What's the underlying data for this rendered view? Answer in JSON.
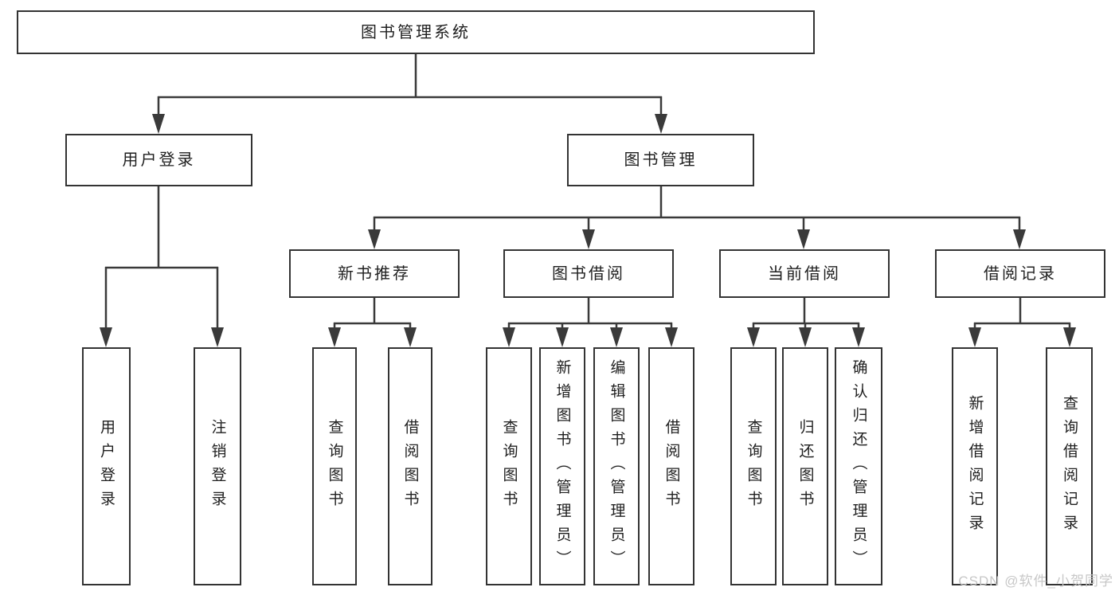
{
  "tree": {
    "root": {
      "label": "图书管理系统"
    },
    "branches": [
      {
        "label": "用户登录",
        "children": [
          {
            "label": "用户登录"
          },
          {
            "label": "注销登录"
          }
        ]
      },
      {
        "label": "图书管理",
        "children": [
          {
            "label": "新书推荐",
            "children": [
              {
                "label": "查询图书"
              },
              {
                "label": "借阅图书"
              }
            ]
          },
          {
            "label": "图书借阅",
            "children": [
              {
                "label": "查询图书"
              },
              {
                "label": "新增图书（管理员）"
              },
              {
                "label": "编辑图书（管理员）"
              },
              {
                "label": "借阅图书"
              }
            ]
          },
          {
            "label": "当前借阅",
            "children": [
              {
                "label": "查询图书"
              },
              {
                "label": "归还图书"
              },
              {
                "label": "确认归还（管理员）"
              }
            ]
          },
          {
            "label": "借阅记录",
            "children": [
              {
                "label": "新增借阅记录"
              },
              {
                "label": "查询借阅记录"
              }
            ]
          }
        ]
      }
    ]
  },
  "watermark": {
    "text": "CSDN @软件_小贺同学",
    "color": "#c7c7c7"
  },
  "colors": {
    "line": "#3a3a3a",
    "box_border": "#333333",
    "box_fill": "#ffffff",
    "text": "#1f1f1f",
    "background": "#ffffff"
  }
}
